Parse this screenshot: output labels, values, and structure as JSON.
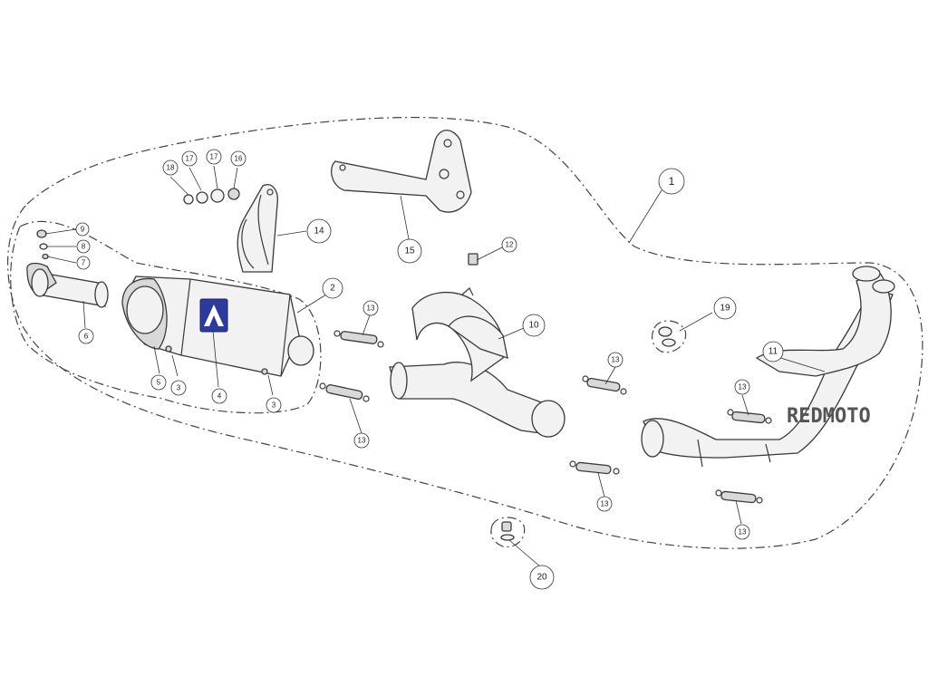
{
  "watermark": "REDMOTO",
  "brand_color": "#2b3a9c",
  "callouts": [
    {
      "id": "c1",
      "label": "1"
    },
    {
      "id": "c2",
      "label": "2"
    },
    {
      "id": "c3a",
      "label": "3"
    },
    {
      "id": "c3b",
      "label": "3"
    },
    {
      "id": "c4",
      "label": "4"
    },
    {
      "id": "c5",
      "label": "5"
    },
    {
      "id": "c6",
      "label": "6"
    },
    {
      "id": "c7",
      "label": "7"
    },
    {
      "id": "c8",
      "label": "8"
    },
    {
      "id": "c9",
      "label": "9"
    },
    {
      "id": "c10",
      "label": "10"
    },
    {
      "id": "c11",
      "label": "11"
    },
    {
      "id": "c12",
      "label": "12"
    },
    {
      "id": "c13a",
      "label": "13"
    },
    {
      "id": "c13b",
      "label": "13"
    },
    {
      "id": "c13c",
      "label": "13"
    },
    {
      "id": "c13d",
      "label": "13"
    },
    {
      "id": "c13e",
      "label": "13"
    },
    {
      "id": "c13f",
      "label": "13"
    },
    {
      "id": "c14",
      "label": "14"
    },
    {
      "id": "c15",
      "label": "15"
    },
    {
      "id": "c16",
      "label": "16"
    },
    {
      "id": "c17a",
      "label": "17"
    },
    {
      "id": "c17b",
      "label": "17"
    },
    {
      "id": "c18",
      "label": "18"
    },
    {
      "id": "c19",
      "label": "19"
    },
    {
      "id": "c20",
      "label": "20"
    }
  ]
}
